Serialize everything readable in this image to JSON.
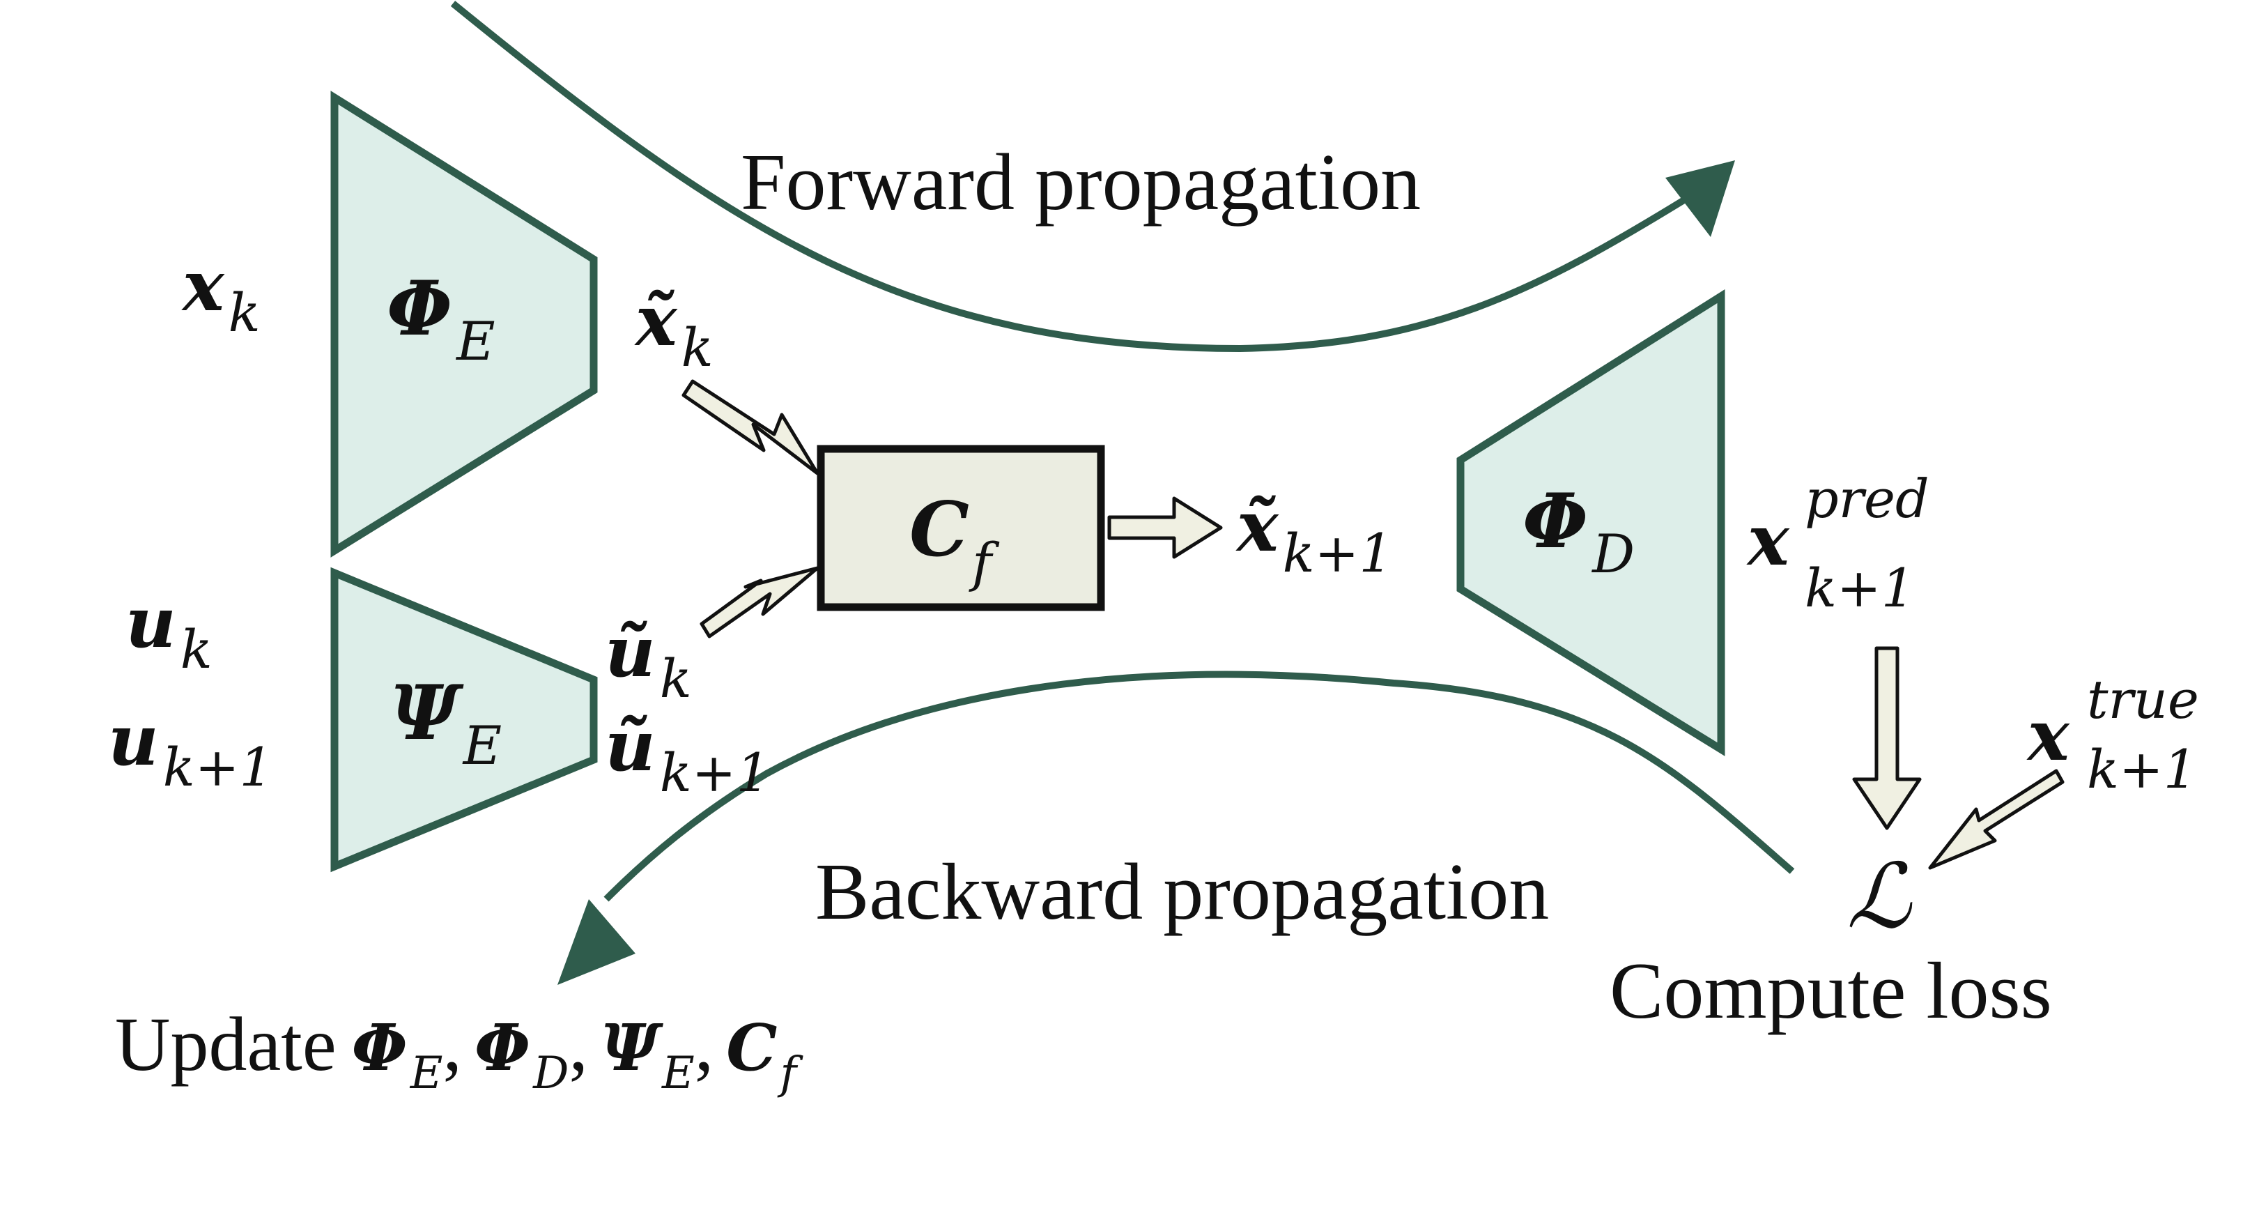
{
  "colors": {
    "stroke": "#2f5c4c",
    "trapezoid_fill": "#ddeee9",
    "box_fill": "#ebede1",
    "hollow_arrow_fill": "#f0f0e2",
    "text": "#111111"
  },
  "arcs": {
    "forward_label": "Forward propagation",
    "backward_label": "Backward propagation"
  },
  "blocks": {
    "encoder_state": {
      "symbol": "Φ",
      "sub": "E"
    },
    "encoder_input": {
      "symbol": "Ψ",
      "sub": "E"
    },
    "core": {
      "symbol": "C",
      "sub": "f"
    },
    "decoder": {
      "symbol": "Φ",
      "sub": "D"
    }
  },
  "variables": {
    "x_k": {
      "symbol": "x",
      "sub": "k"
    },
    "u_k": {
      "symbol": "u",
      "sub": "k"
    },
    "u_k1": {
      "symbol": "u",
      "sub": "k+1"
    },
    "xt_k": {
      "symbol": "x̃",
      "sub": "k"
    },
    "ut_k": {
      "symbol": "ũ",
      "sub": "k"
    },
    "ut_k1": {
      "symbol": "ũ",
      "sub": "k+1"
    },
    "xt_k1": {
      "symbol": "x̃",
      "sub": "k+1"
    },
    "x_pred": {
      "symbol": "x",
      "sup": "pred",
      "sub": "k+1"
    },
    "x_true": {
      "symbol": "x",
      "sup": "true",
      "sub": "k+1"
    }
  },
  "loss": {
    "symbol": "ℒ",
    "label": "Compute loss"
  },
  "update": {
    "prefix": "Update",
    "terms": [
      {
        "symbol": "Φ",
        "sub": "E",
        "sep": ","
      },
      {
        "symbol": "Φ",
        "sub": "D",
        "sep": ","
      },
      {
        "symbol": "Ψ",
        "sub": "E",
        "sep": ","
      },
      {
        "symbol": "C",
        "sub": "f",
        "sep": ""
      }
    ]
  }
}
